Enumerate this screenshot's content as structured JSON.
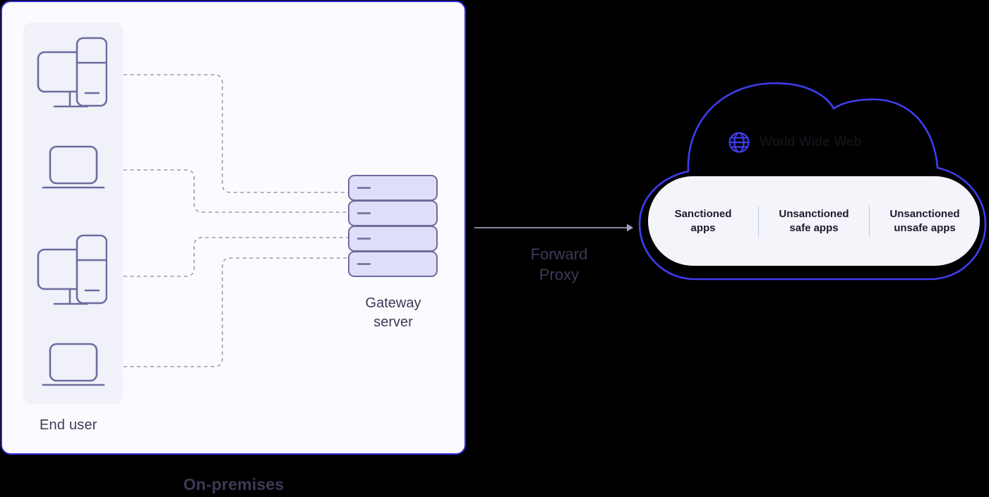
{
  "colors": {
    "background": "#000000",
    "box_fill": "#fbfbff",
    "box_border_blue": "#2f2cdb",
    "panel_fill": "#f1f1fa",
    "icon_stroke": "#6c6c9f",
    "server_fill": "#dedef8",
    "connector_gray": "#9a9ab4",
    "arrow_gray": "#b4b4c9",
    "cloud_blue": "#403df0",
    "pill_fill": "#f4f4fb",
    "pill_divider": "#c7c7de",
    "text_dark": "#3b3b58",
    "pill_text": "#1c1c2e"
  },
  "on_premises": {
    "caption": "On-premises",
    "end_user_label": "End user",
    "devices": [
      "desktop",
      "laptop",
      "desktop",
      "laptop"
    ],
    "gateway_label": "Gateway\nserver"
  },
  "connection": {
    "label": "Forward\nProxy"
  },
  "cloud": {
    "globe_icon": "globe-grid-icon",
    "www_label": "World Wide Web",
    "apps": [
      "Sanctioned\napps",
      "Unsanctioned\nsafe apps",
      "Unsanctioned\nunsafe apps"
    ]
  }
}
